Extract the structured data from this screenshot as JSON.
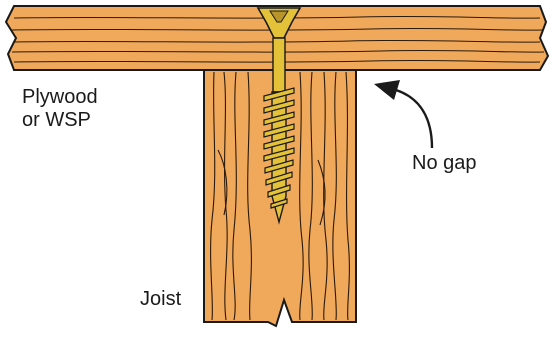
{
  "labels": {
    "plywood_line1": "Plywood",
    "plywood_line2": "or WSP",
    "no_gap": "No gap",
    "joist": "Joist"
  },
  "colors": {
    "wood": "#F0A85A",
    "wood_dark": "#D98C3E",
    "grain": "#2a1a0c",
    "outline": "#1a1a1a",
    "screw": "#E3C23A",
    "screw_shadow": "#B8952A",
    "background": "#FFFFFF"
  },
  "icons": {
    "screw": "wood-screw-icon",
    "arrow": "curved-arrow-icon"
  }
}
